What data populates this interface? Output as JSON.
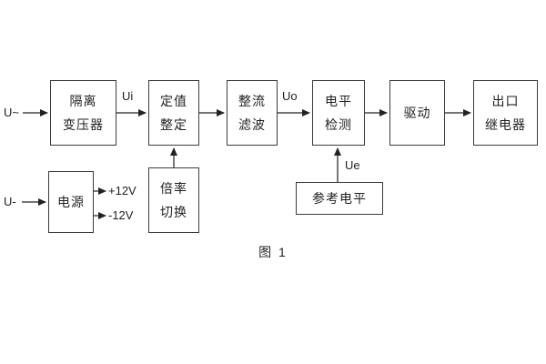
{
  "diagram": {
    "caption": "图 1",
    "blocks": {
      "isolation_transformer": {
        "line1": "隔离",
        "line2": "变压器"
      },
      "setpoint_setting": {
        "line1": "定值",
        "line2": "整定"
      },
      "rectifier_filter": {
        "line1": "整流",
        "line2": "滤波"
      },
      "level_detection": {
        "line1": "电平",
        "line2": "检测"
      },
      "drive": {
        "line1": "驱动"
      },
      "output_relay": {
        "line1": "出口",
        "line2": "继电器"
      },
      "power_supply": {
        "line1": "电源"
      },
      "rate_switch": {
        "line1": "倍率",
        "line2": "切换"
      },
      "reference_level": {
        "line1": "参考电平"
      }
    },
    "labels": {
      "input_ac": "U~",
      "input_dc": "U-",
      "ui": "Ui",
      "uo": "Uo",
      "ue": "Ue",
      "plus12v": "+12V",
      "minus12v": "-12V"
    },
    "colors": {
      "line": "#222222",
      "border": "#3c3c3c",
      "text": "#1f1f1f",
      "background": "#ffffff"
    }
  }
}
